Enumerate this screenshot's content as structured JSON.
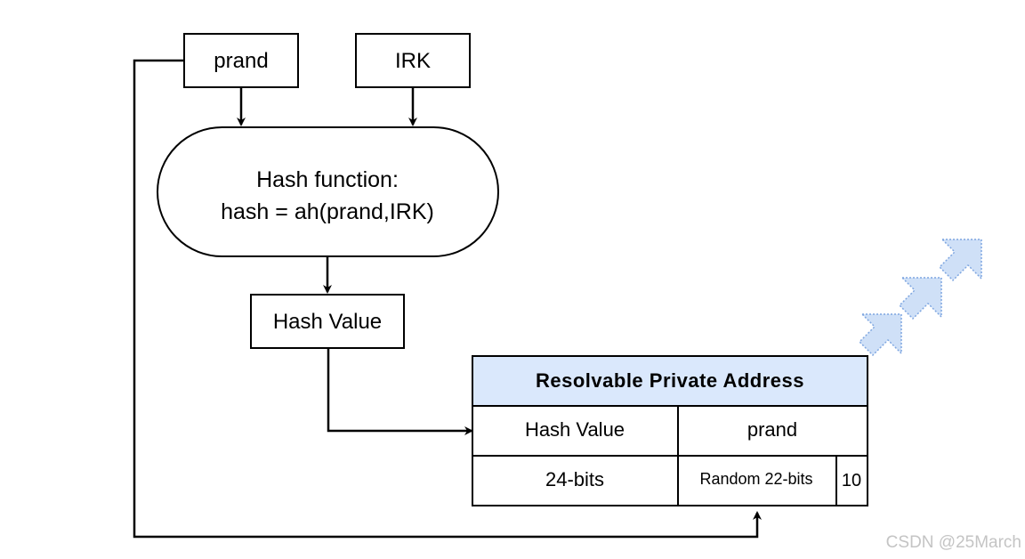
{
  "inputs": {
    "prand_label": "prand",
    "irk_label": "IRK"
  },
  "hash_function": {
    "line1": "Hash function:",
    "line2": "hash = ah(prand,IRK)"
  },
  "hash_value_box": {
    "label": "Hash Value"
  },
  "rpa_table": {
    "title": "Resolvable Private Address",
    "header_fill": "#dae8fc",
    "col_hash_label": "Hash Value",
    "col_prand_label": "prand",
    "cell_hash_bits": "24-bits",
    "cell_random_bits": "Random 22-bits",
    "cell_type_bits": "10"
  },
  "decoration": {
    "icon": "triple-arrow-up-right-icon",
    "color": "#cfe0f7",
    "stroke": "#7ea6e0"
  },
  "watermark": {
    "text": "CSDN @25March"
  }
}
